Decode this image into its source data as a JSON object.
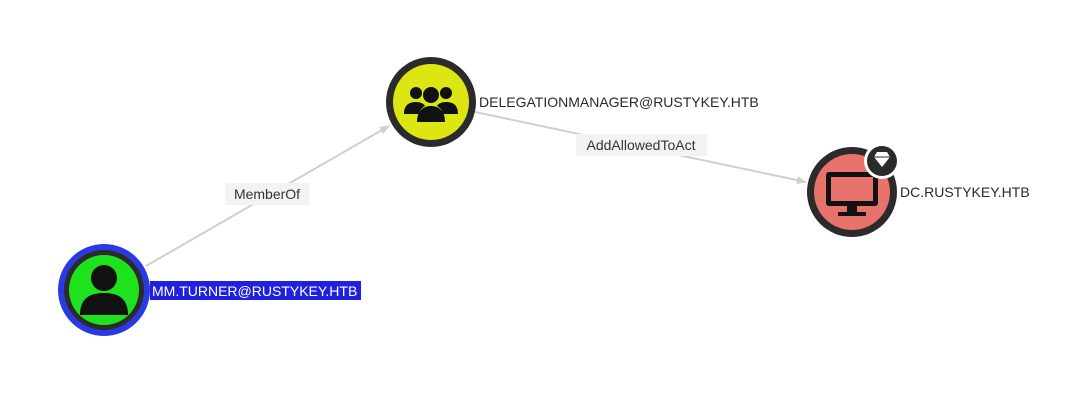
{
  "graph": {
    "nodes": {
      "user": {
        "label": "MM.TURNER@RUSTYKEY.HTB",
        "type": "User",
        "fill": "#1fe21f",
        "ring": "#2a3ae0",
        "selected": true,
        "icon": "user-icon"
      },
      "group": {
        "label": "DELEGATIONMANAGER@RUSTYKEY.HTB",
        "type": "Group",
        "fill": "#dbe612",
        "ring": "#2b2b2b",
        "selected": false,
        "icon": "group-icon"
      },
      "computer": {
        "label": "DC.RUSTYKEY.HTB",
        "type": "Computer",
        "fill": "#e8736c",
        "ring": "#2b2b2b",
        "selected": false,
        "icon": "computer-icon",
        "badge": "high-value-gem-icon"
      }
    },
    "edges": {
      "memberof": {
        "label": "MemberOf",
        "from": "user",
        "to": "group"
      },
      "addallowedtoact": {
        "label": "AddAllowedToAct",
        "from": "group",
        "to": "computer"
      }
    },
    "colors": {
      "edge": "#cfcfcf",
      "edge_label_bg": "#f3f3f3",
      "selection_highlight": "#2020e0"
    }
  }
}
